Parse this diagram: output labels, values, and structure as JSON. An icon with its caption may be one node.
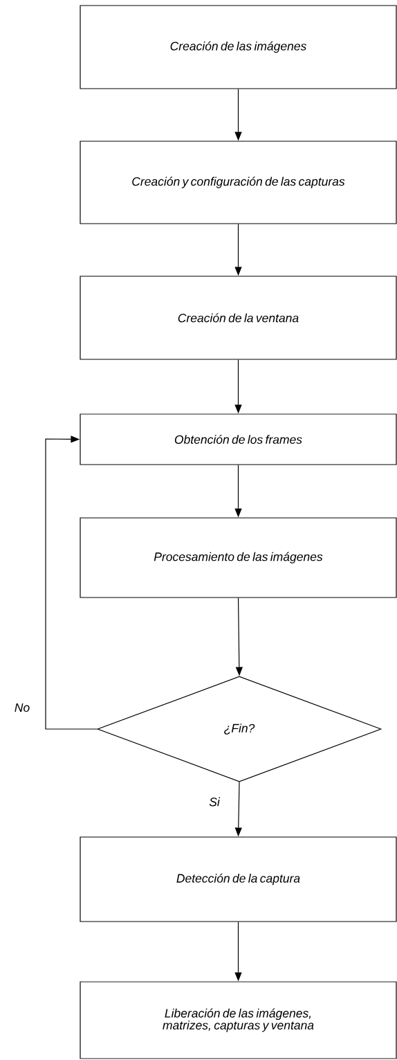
{
  "diagram": {
    "nodes": [
      {
        "text": [
          "Creación de las imágenes"
        ]
      },
      {
        "text": [
          "Creación y configuración de las capturas"
        ]
      },
      {
        "text": [
          "Creación de la ventana"
        ]
      },
      {
        "text": [
          "Obtención de los frames"
        ]
      },
      {
        "text": [
          "Procesamiento de las imágenes"
        ]
      },
      {
        "text": [
          "¿Fin?"
        ]
      },
      {
        "text": [
          "Detección de la captura"
        ]
      },
      {
        "text": [
          "Liberación de las imágenes, matrizes, capturas y ventana"
        ]
      }
    ],
    "edges": [
      {
        "from": 0,
        "to": 1,
        "arrow": "to"
      },
      {
        "from": 1,
        "to": 2,
        "arrow": "to"
      },
      {
        "from": 2,
        "to": 3,
        "arrow": "to"
      },
      {
        "from": 3,
        "to": 4,
        "arrow": "to"
      },
      {
        "from": 4,
        "to": 5,
        "arrow": "to"
      },
      {
        "from": 5,
        "to": 3,
        "arrow": "to",
        "label": "No"
      },
      {
        "from": 5,
        "to": 6,
        "arrow": "to",
        "label": "Si"
      },
      {
        "from": 6,
        "to": 7,
        "arrow": "to"
      }
    ]
  }
}
